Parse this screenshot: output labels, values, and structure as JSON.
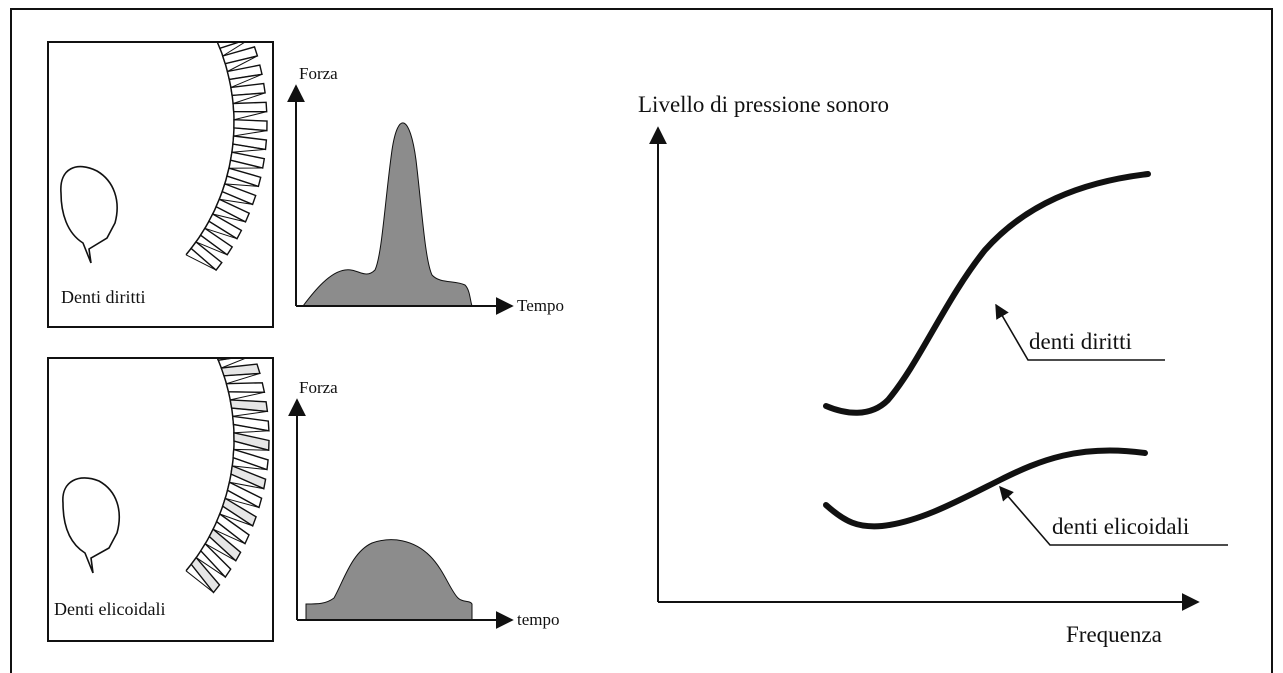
{
  "panels": {
    "straight_label": "Denti diritti",
    "helical_label": "Denti elicoidali"
  },
  "force_chart_top": {
    "ylabel": "Forza",
    "xlabel": "Tempo"
  },
  "force_chart_bottom": {
    "ylabel": "Forza",
    "xlabel": "tempo"
  },
  "noise_chart": {
    "ylabel": "Livello di pressione sonoro",
    "xlabel": "Frequenza",
    "annotations": [
      "denti diritti",
      "denti elicoidali"
    ]
  },
  "colors": {
    "ink": "#111111",
    "fill_gray": "#8c8c8c"
  }
}
